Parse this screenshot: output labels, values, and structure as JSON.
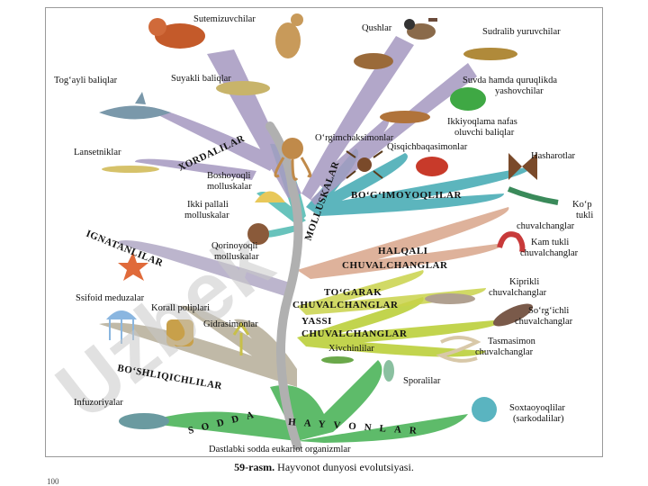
{
  "watermark": "Uzbek",
  "caption": {
    "figure": "59-rasm.",
    "title": "Hayvonot dunyosi evolutsiyasi."
  },
  "page_number": "100",
  "groups": {
    "xordalilar": "XORDALILAR",
    "molluskalar": "MOLLUSKALAR",
    "bogimoyoqlilar": "BO‘G‘IMOYOQLILAR",
    "ignatanlilar": "IGNATANLILAR",
    "halqali_1": "HALQALI",
    "halqali_2": "CHUVALCHANGLAR",
    "togarak_1": "TO‘GARAK",
    "togarak_2": "CHUVALCHANGLAR",
    "yassi_1": "YASSI",
    "yassi_2": "CHUVALCHANGLAR",
    "boshliqichlilar": "BO‘SHLIQICHLILAR",
    "sodda": "SODDA",
    "hayvonlar": "HAYVONLAR"
  },
  "labels": {
    "sutemizuvchilar": "Sutemizuvchilar",
    "qushlar": "Qushlar",
    "sudralib": "Sudralib yuruvchilar",
    "togayli": "Tog‘ayli baliqlar",
    "suyakli": "Suyakli baliqlar",
    "suvda_1": "Suvda hamda quruqlikda",
    "suvda_2": "yashovchilar",
    "ikkiyoqlama_1": "Ikkiyoqlama nafas",
    "ikkiyoqlama_2": "oluvchi baliqlar",
    "orgimchak": "O‘rgimchaksimonlar",
    "qisqichbaqa": "Qisqichbaqasimonlar",
    "lansetniklar": "Lansetniklar",
    "hasharotlar": "Hasharotlar",
    "boshoyoqli_1": "Boshoyoqli",
    "boshoyoqli_2": "molluskalar",
    "ikki_pallali_1": "Ikki pallali",
    "ikki_pallali_2": "molluskalar",
    "kop_tukli_1": "Ko‘p",
    "kop_tukli_2": "tukli",
    "kop_tukli_3": "chuvalchanglar",
    "kam_tukli_1": "Kam tukli",
    "kam_tukli_2": "chuvalchanglar",
    "qorinoyoqli_1": "Qorinoyoqli",
    "qorinoyoqli_2": "molluskalar",
    "kiprikli_1": "Kiprikli",
    "kiprikli_2": "chuvalchanglar",
    "ssifoid": "Ssifoid meduzalar",
    "korall": "Korall poliplari",
    "gidrasimonlar": "Gidrasimonlar",
    "sorgichli_1": "So‘rg‘ichli",
    "sorgichli_2": "chuvalchanglar",
    "tasmasimon_1": "Tasmasimon",
    "tasmasimon_2": "chuvalchanglar",
    "xivchinlilar": "Xivchinlilar",
    "sporalilar": "Sporalilar",
    "infuzoriyalar": "Infuzoriyalar",
    "soxtaoyoq_1": "Soxtaoyoqlilar",
    "soxtaoyoq_2": "(sarkodalilar)",
    "dastlabki": "Dastlabki sodda eukariot organizmlar"
  },
  "colors": {
    "chordate_branch": "#a79bc2",
    "mollusk_branch": "#4eb9b0",
    "arthropod_branch": "#3fa8b2",
    "annelid_branch": "#d8a58a",
    "roundworm_branch": "#c9d24a",
    "flatworm_branch": "#b7cc2f",
    "cnidaria_branch": "#b5ad98",
    "protozoa_branch": "#4cb45a",
    "trunk": "#b0b0b0"
  }
}
